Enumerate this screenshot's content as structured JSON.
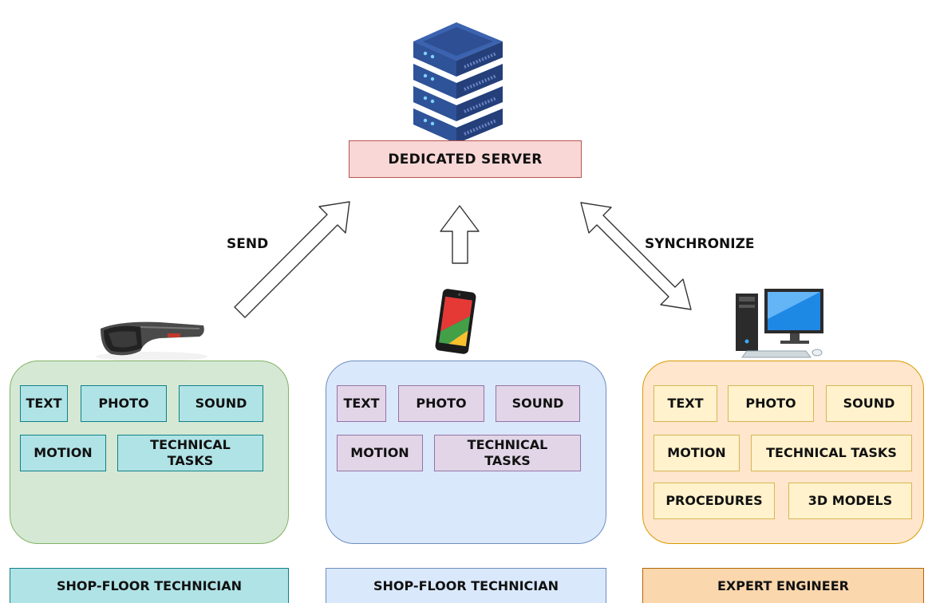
{
  "server": {
    "label": "DEDICATED SERVER",
    "icon": "server-stack-icon"
  },
  "flows": {
    "send_label": "SEND",
    "sync_label": "SYNCHRONIZE"
  },
  "devices": {
    "hololens": {
      "icon": "ar-headset-icon"
    },
    "phone": {
      "icon": "smartphone-icon"
    },
    "desktop": {
      "icon": "desktop-computer-icon"
    }
  },
  "panels": [
    {
      "role": "SHOP-FLOOR TECHNICIAN",
      "chips": {
        "text": "TEXT",
        "photo": "PHOTO",
        "sound": "SOUND",
        "motion": "MOTION",
        "tasks": "TECHNICAL\nTASKS"
      }
    },
    {
      "role": "SHOP-FLOOR TECHNICIAN",
      "chips": {
        "text": "TEXT",
        "photo": "PHOTO",
        "sound": "SOUND",
        "motion": "MOTION",
        "tasks": "TECHNICAL\nTASKS"
      }
    },
    {
      "role": "EXPERT ENGINEER",
      "chips": {
        "text": "TEXT",
        "photo": "PHOTO",
        "sound": "SOUND",
        "motion": "MOTION",
        "tasks": "TECHNICAL TASKS",
        "procedures": "PROCEDURES",
        "models": "3D MODELS"
      }
    }
  ],
  "colors": {
    "server_fill": "#f8d7d6",
    "green_panel": "#d5e8d4",
    "blue_panel": "#dae8fc",
    "orange_panel": "#ffe6cc",
    "teal_chip": "#b0e3e6",
    "purple_chip": "#e1d5e7",
    "yellow_chip": "#fff2cc",
    "server_blue": "#2c4a8c"
  }
}
